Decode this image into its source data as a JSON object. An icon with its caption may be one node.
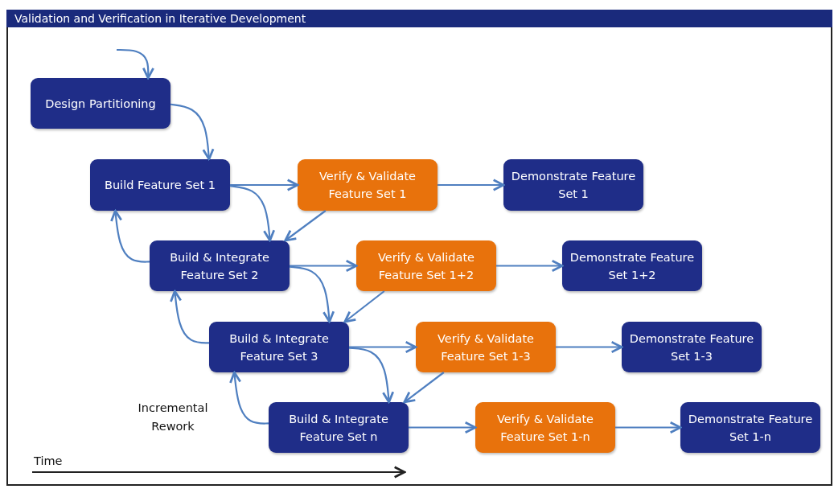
{
  "diagram": {
    "title": "Validation and Verification in Iterative Development",
    "nodes": [
      {
        "text": [
          "Design Partitioning"
        ]
      },
      {
        "text": [
          "Build Feature Set 1"
        ]
      },
      {
        "text": [
          "Verify & Validate Feature Set 1"
        ]
      },
      {
        "text": [
          "Demonstrate Feature Set 1"
        ]
      },
      {
        "text": [
          "Build & Integrate Feature Set 2"
        ]
      },
      {
        "text": [
          "Verify & Validate Feature Set 1+2"
        ]
      },
      {
        "text": [
          "Demonstrate Feature Set 1+2"
        ]
      },
      {
        "text": [
          "Build & Integrate Feature Set 3"
        ]
      },
      {
        "text": [
          "Verify & Validate Feature Set 1-3"
        ]
      },
      {
        "text": [
          "Demonstrate Feature Set 1-3"
        ]
      },
      {
        "text": [
          "Build & Integrate Feature Set n"
        ]
      },
      {
        "text": [
          "Verify & Validate Feature Set 1-n"
        ]
      },
      {
        "text": [
          "Demonstrate Feature Set 1-n"
        ]
      }
    ],
    "edges": [
      {
        "from": null,
        "to": 0,
        "arrow": "to"
      },
      {
        "from": 0,
        "to": 1,
        "arrow": "to"
      },
      {
        "from": 1,
        "to": 2,
        "arrow": "to"
      },
      {
        "from": 2,
        "to": 3,
        "arrow": "to"
      },
      {
        "from": 1,
        "to": 4,
        "arrow": "to"
      },
      {
        "from": 2,
        "to": 4,
        "arrow": "to"
      },
      {
        "from": 4,
        "to": 1,
        "arrow": "to"
      },
      {
        "from": 4,
        "to": 5,
        "arrow": "to"
      },
      {
        "from": 5,
        "to": 6,
        "arrow": "to"
      },
      {
        "from": 4,
        "to": 7,
        "arrow": "to"
      },
      {
        "from": 5,
        "to": 7,
        "arrow": "to"
      },
      {
        "from": 7,
        "to": 4,
        "arrow": "to"
      },
      {
        "from": 7,
        "to": 8,
        "arrow": "to"
      },
      {
        "from": 8,
        "to": 9,
        "arrow": "to"
      },
      {
        "from": 7,
        "to": 10,
        "arrow": "to"
      },
      {
        "from": 8,
        "to": 10,
        "arrow": "to"
      },
      {
        "from": 10,
        "to": 7,
        "arrow": "to"
      },
      {
        "from": 10,
        "to": 11,
        "arrow": "to"
      },
      {
        "from": 11,
        "to": 12,
        "arrow": "to"
      }
    ],
    "labels": [
      "Incremental Rework",
      "Time"
    ]
  }
}
